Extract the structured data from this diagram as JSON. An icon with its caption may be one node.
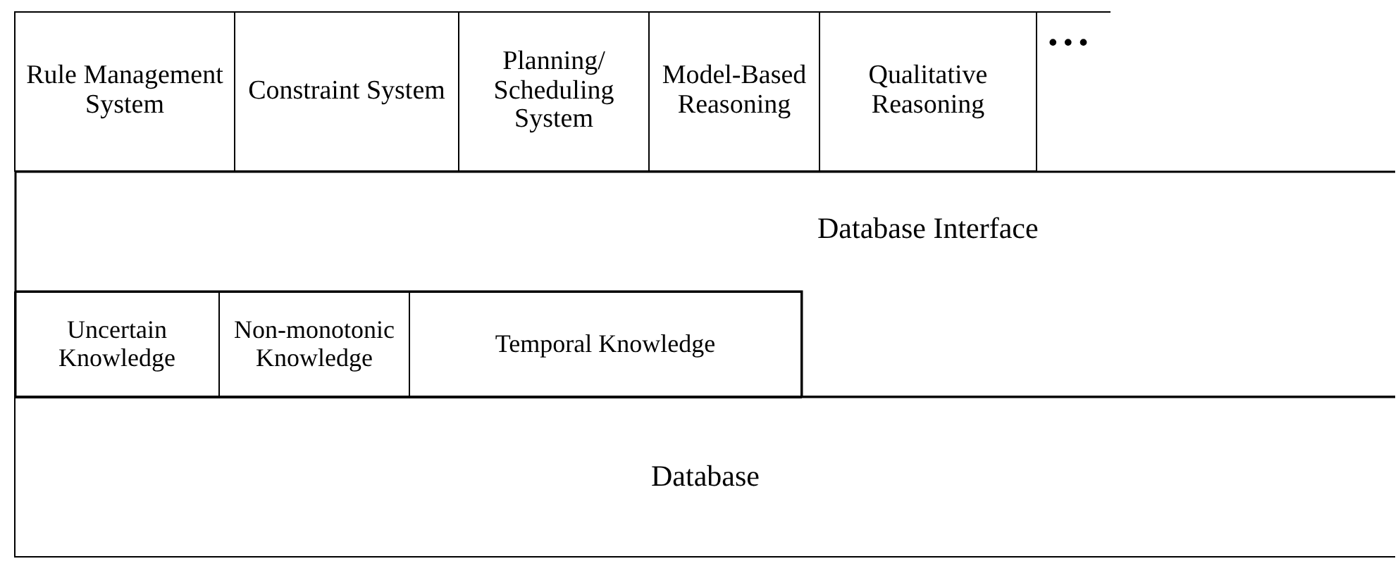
{
  "diagram": {
    "nodes": [
      {
        "text": [
          "Rule Management System"
        ]
      },
      {
        "text": [
          "Constraint System"
        ]
      },
      {
        "text": [
          "Planning/ Scheduling System"
        ]
      },
      {
        "text": [
          "Model-Based Reasoning"
        ]
      },
      {
        "text": [
          "Qualitative Reasoning"
        ]
      },
      {
        "text": [
          "Database Interface"
        ]
      },
      {
        "text": [
          "Uncertain Knowledge"
        ],
        "in": 5
      },
      {
        "text": [
          "Non-monotonic Knowledge"
        ],
        "in": 5
      },
      {
        "text": [
          "Temporal Knowledge"
        ],
        "in": 5
      },
      {
        "text": [
          "Database"
        ]
      }
    ],
    "labels": [
      "• • •"
    ]
  }
}
